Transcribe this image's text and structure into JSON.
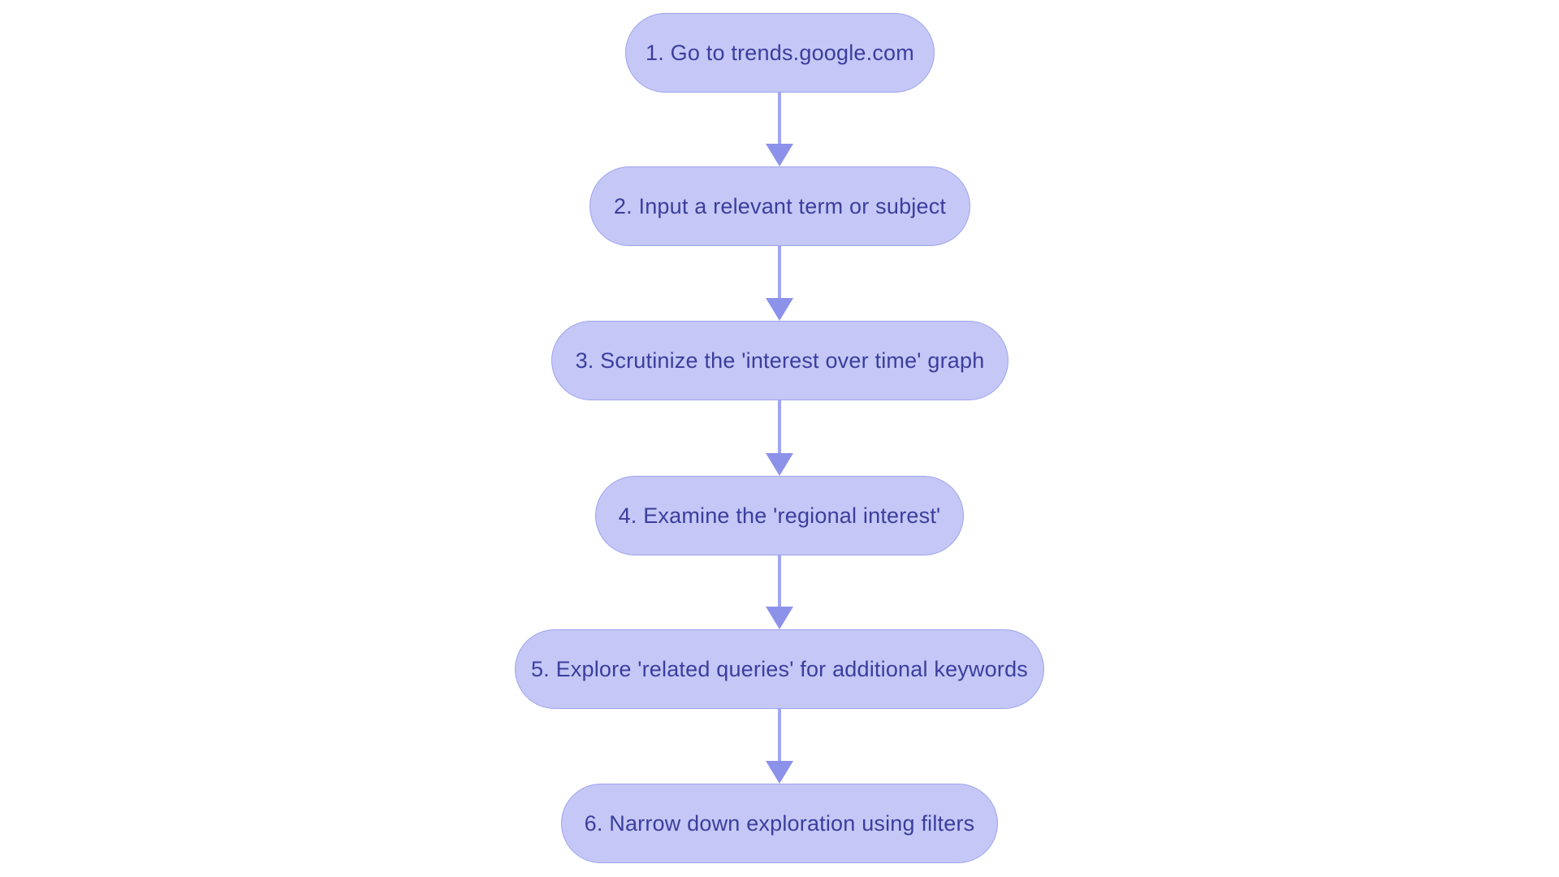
{
  "flowchart": {
    "type": "vertical-flowchart",
    "nodes": [
      {
        "id": 1,
        "label": "1. Go to trends.google.com"
      },
      {
        "id": 2,
        "label": "2. Input a relevant term or subject"
      },
      {
        "id": 3,
        "label": "3. Scrutinize the 'interest over time' graph"
      },
      {
        "id": 4,
        "label": "4. Examine the 'regional interest'"
      },
      {
        "id": 5,
        "label": "5. Explore 'related queries' for additional keywords"
      },
      {
        "id": 6,
        "label": "6. Narrow down exploration using filters"
      }
    ],
    "edges": [
      {
        "from": 1,
        "to": 2
      },
      {
        "from": 2,
        "to": 3
      },
      {
        "from": 3,
        "to": 4
      },
      {
        "from": 4,
        "to": 5
      },
      {
        "from": 5,
        "to": 6
      }
    ],
    "colors": {
      "background": "#ffffff",
      "node_fill": "#c5c7f6",
      "node_border": "#9da2ef",
      "node_text": "#3b3e9d",
      "arrow_line": "#a0a5f1",
      "arrow_head": "#8c92ea"
    }
  }
}
